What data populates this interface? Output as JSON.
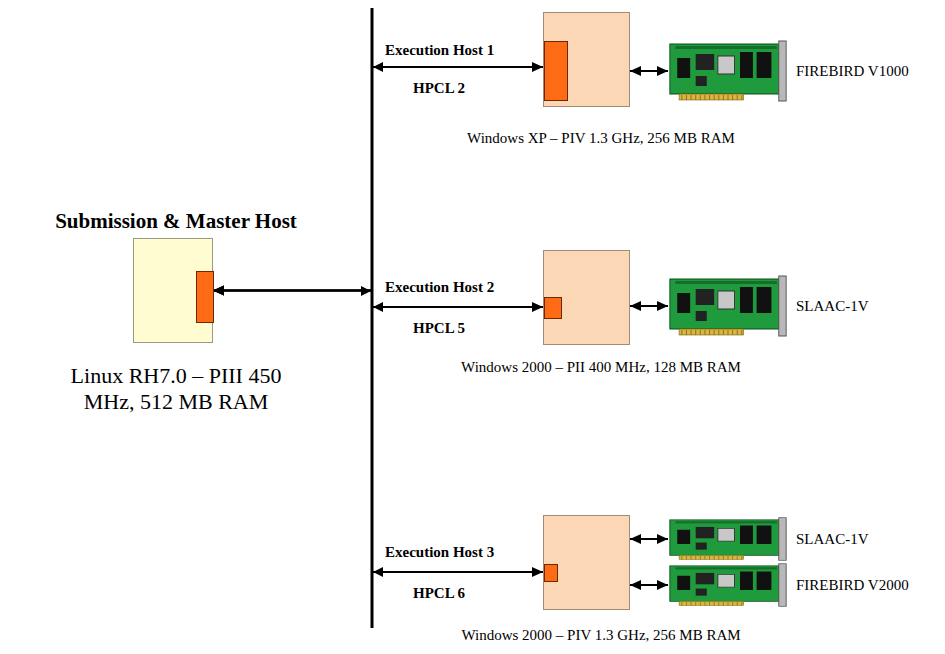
{
  "diagram": {
    "nodes": [
      {
        "text": [
          "Submission & Master Host",
          "Linux RH7.0 – PIII 450 MHz, 512 MB RAM"
        ]
      },
      {
        "text": [
          "Execution Host 1",
          "HPCL 2",
          "Windows XP – PIV 1.3 GHz, 256 MB RAM"
        ]
      },
      {
        "text": [
          "FIREBIRD V1000"
        ]
      },
      {
        "text": [
          "Execution Host 2",
          "HPCL 5",
          "Windows 2000 – PII 400 MHz, 128 MB RAM"
        ]
      },
      {
        "text": [
          "SLAAC-1V"
        ]
      },
      {
        "text": [
          "Execution Host 3",
          "HPCL 6",
          "Windows 2000 – PIV 1.3 GHz, 256 MB RAM"
        ]
      },
      {
        "text": [
          "SLAAC-1V"
        ]
      },
      {
        "text": [
          "FIREBIRD V2000"
        ]
      }
    ],
    "edges": [
      {
        "from": 0,
        "to": 1,
        "arrow": "both"
      },
      {
        "from": 1,
        "to": 2,
        "arrow": "both"
      },
      {
        "from": 0,
        "to": 3,
        "arrow": "both"
      },
      {
        "from": 3,
        "to": 4,
        "arrow": "both"
      },
      {
        "from": 0,
        "to": 5,
        "arrow": "both"
      },
      {
        "from": 5,
        "to": 6,
        "arrow": "both"
      },
      {
        "from": 5,
        "to": 7,
        "arrow": "both"
      }
    ]
  }
}
